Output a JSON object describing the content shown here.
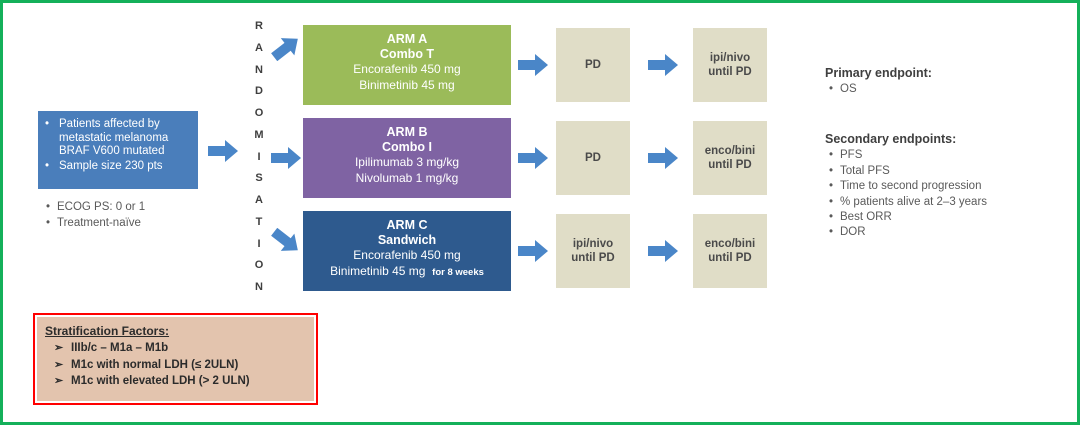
{
  "colors": {
    "frame_border": "#14b05a",
    "patient_box": "#4a7ebb",
    "arm_a": "#9bbb59",
    "arm_b": "#7f63a3",
    "arm_c": "#2e5a8e",
    "beige_box": "#e0ddc7",
    "arrow_blue": "#4a86c8",
    "strat_border": "#ff0000",
    "strat_fill": "#e3c4ae"
  },
  "patient_population": {
    "items": [
      "Patients affected by metastatic melanoma BRAF V600 mutated",
      "Sample size 230 pts"
    ]
  },
  "eligibility": {
    "items": [
      "ECOG PS: 0 or 1",
      "Treatment-naïve"
    ]
  },
  "randomisation": {
    "letters": [
      "R",
      "A",
      "N",
      "D",
      "O",
      "M",
      "I",
      "S",
      "A",
      "T",
      "I",
      "O",
      "N"
    ]
  },
  "arms": [
    {
      "id": "A",
      "title": "ARM A",
      "subtitle": "Combo T",
      "drug1": "Encorafenib 450 mg",
      "drug2": "Binimetinib 45 mg",
      "drug2_note": "",
      "color": "#9bbb59"
    },
    {
      "id": "B",
      "title": "ARM B",
      "subtitle": "Combo I",
      "drug1": "Ipilimumab 3 mg/kg",
      "drug2": "Nivolumab 1 mg/kg",
      "drug2_note": "",
      "color": "#7f63a3"
    },
    {
      "id": "C",
      "title": "ARM C",
      "subtitle": "Sandwich",
      "drug1": "Encorafenib 450 mg",
      "drug2": "Binimetinib 45 mg",
      "drug2_note": "for 8 weeks",
      "color": "#2e5a8e"
    }
  ],
  "flow": {
    "arm_a_step1": "PD",
    "arm_a_step2": "ipi/nivo\nuntil PD",
    "arm_b_step1": "PD",
    "arm_b_step2": "enco/bini\nuntil PD",
    "arm_c_step1": "ipi/nivo\nuntil PD",
    "arm_c_step2": "enco/bini\nuntil PD"
  },
  "endpoints": {
    "primary_title": "Primary endpoint:",
    "primary_items": [
      "OS"
    ],
    "secondary_title": "Secondary endpoints:",
    "secondary_items": [
      "PFS",
      "Total PFS",
      "Time to second progression",
      "% patients alive at 2–3 years",
      "Best ORR",
      "DOR"
    ]
  },
  "stratification": {
    "title": "Stratification Factors:",
    "items": [
      "IIIb/c – M1a – M1b",
      "M1c with normal LDH (≤ 2ULN)",
      "M1c with elevated LDH (> 2 ULN)"
    ]
  }
}
